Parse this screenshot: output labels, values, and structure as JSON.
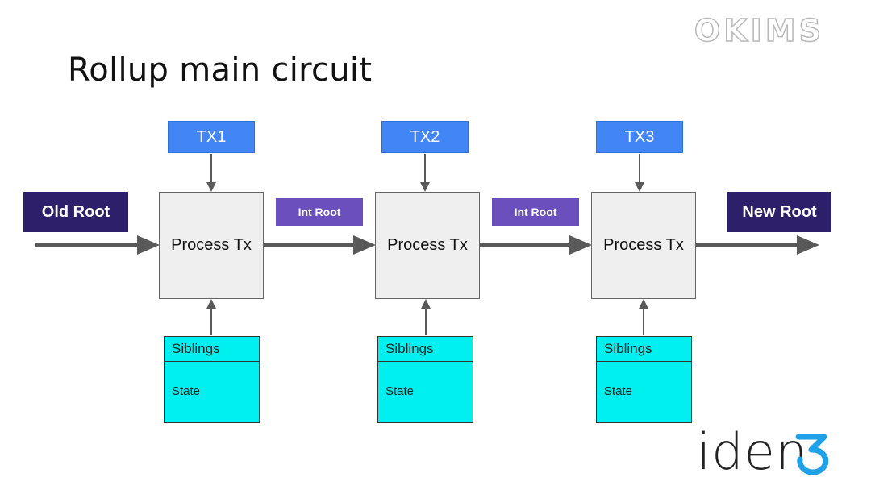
{
  "slide": {
    "title": "Rollup main circuit",
    "watermark": "OKIMS",
    "logo_text": "iden",
    "colors": {
      "tx_blue": "#4285f4",
      "root_dark": "#2d1f69",
      "int_root_purple": "#6a4fbd",
      "process_gray": "#efefef",
      "state_cyan": "#00f0f0",
      "logo_accent": "#1ea1e8"
    }
  },
  "diagram": {
    "old_root": "Old Root",
    "new_root": "New Root",
    "int_roots": [
      "Int Root",
      "Int Root"
    ],
    "stages": [
      {
        "tx": "TX1",
        "process": "Process Tx",
        "siblings": "Siblings",
        "state": "State"
      },
      {
        "tx": "TX2",
        "process": "Process Tx",
        "siblings": "Siblings",
        "state": "State"
      },
      {
        "tx": "TX3",
        "process": "Process Tx",
        "siblings": "Siblings",
        "state": "State"
      }
    ]
  }
}
